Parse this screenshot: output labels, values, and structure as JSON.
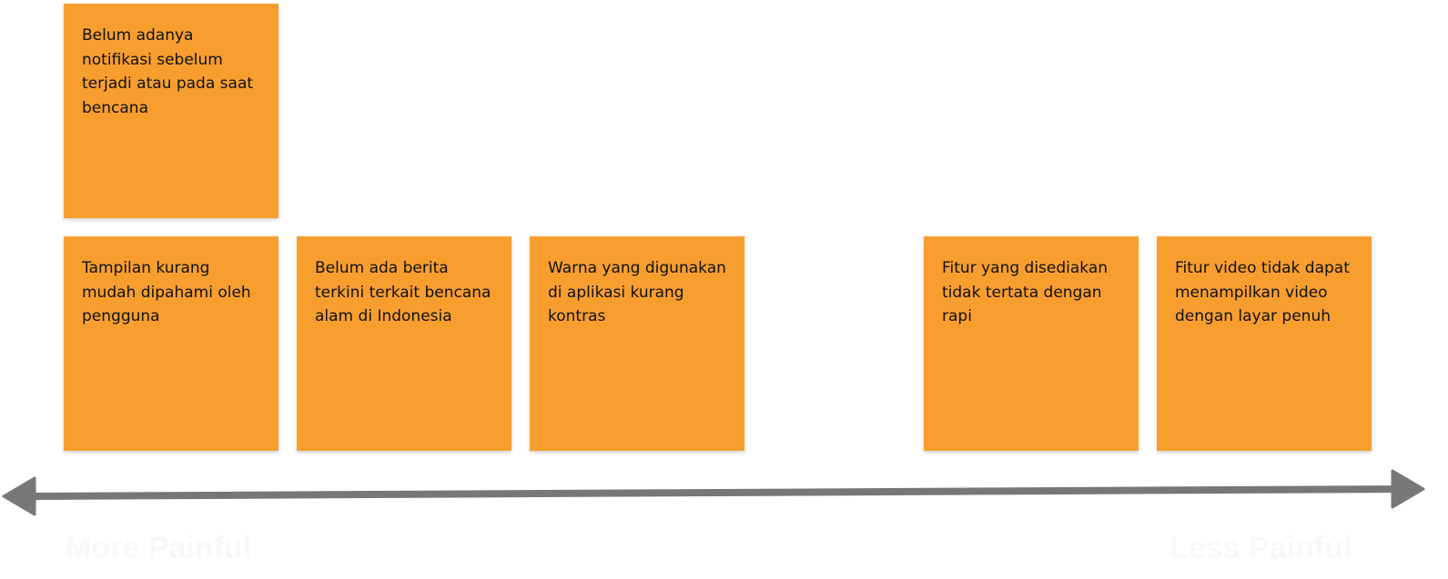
{
  "notes": [
    {
      "text": "Belum adanya notifikasi sebelum terjadi atau pada saat bencana"
    },
    {
      "text": "Tampilan kurang mudah dipahami oleh pengguna"
    },
    {
      "text": "Belum ada berita terkini terkait bencana alam di Indonesia"
    },
    {
      "text": "Warna yang digunakan di aplikasi kurang kontras"
    },
    {
      "text": "Fitur yang disediakan tidak tertata dengan rapi"
    },
    {
      "text": "Fitur video tidak dapat menampilkan video dengan layar penuh"
    }
  ],
  "axis": {
    "left_label": "More Painful",
    "right_label": "Less Painful"
  },
  "colors": {
    "note": "#f79e2f",
    "arrow": "#777777"
  }
}
